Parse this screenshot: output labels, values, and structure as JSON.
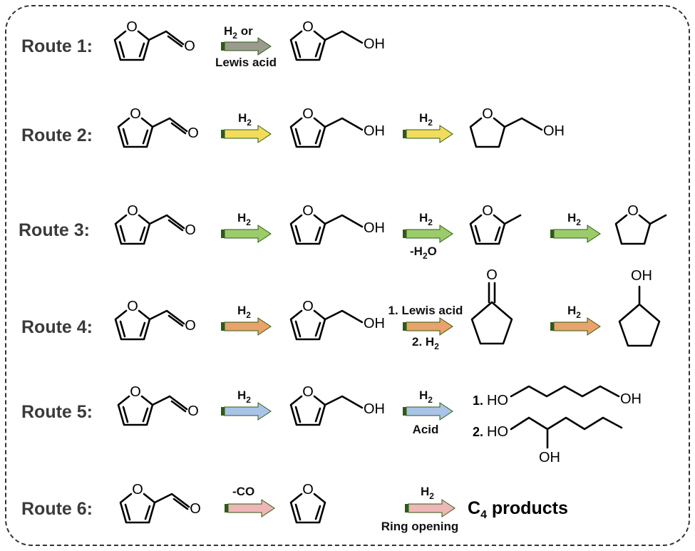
{
  "colors": {
    "border": "#333333",
    "arrow_gray": "#9a9a8e",
    "arrow_yellow": "#f2dc5b",
    "arrow_green": "#9ccb6a",
    "arrow_orange": "#e9a26a",
    "arrow_blue": "#a9c4e6",
    "arrow_pink": "#efb6b6",
    "arrow_tail": "#2e5b16"
  },
  "atoms": {
    "O": "O",
    "OH": "OH",
    "HO": "HO"
  },
  "routes": [
    {
      "label": "Route 1:",
      "arrow_color": "gray",
      "conditions": {
        "above": "H",
        "above_sub": "2",
        "above_suffix": " or",
        "below": "Lewis acid"
      }
    },
    {
      "label": "Route 2:",
      "arrow_color": "yellow",
      "steps": [
        {
          "above": "H",
          "above_sub": "2"
        },
        {
          "above": "H",
          "above_sub": "2"
        }
      ]
    },
    {
      "label": "Route 3:",
      "arrow_color": "green",
      "steps": [
        {
          "above": "H",
          "above_sub": "2"
        },
        {
          "above": "H",
          "above_sub": "2",
          "below": "-H",
          "below_sub": "2",
          "below_suffix": "O"
        },
        {
          "above": "H",
          "above_sub": "2"
        }
      ]
    },
    {
      "label": "Route 4:",
      "arrow_color": "orange",
      "steps": [
        {
          "above": "H",
          "above_sub": "2"
        },
        {
          "above": "1. Lewis acid",
          "below": "2. H",
          "below_sub": "2"
        },
        {
          "above": "H",
          "above_sub": "2"
        }
      ]
    },
    {
      "label": "Route 5:",
      "arrow_color": "blue",
      "steps": [
        {
          "above": "H",
          "above_sub": "2"
        },
        {
          "above": "H",
          "above_sub": "2",
          "below": "Acid"
        }
      ],
      "products": [
        {
          "num": "1."
        },
        {
          "num": "2."
        }
      ]
    },
    {
      "label": "Route 6:",
      "arrow_color": "pink",
      "steps": [
        {
          "above": "-CO"
        },
        {
          "above": "H",
          "above_sub": "2",
          "below": "Ring opening"
        }
      ],
      "final": {
        "main": "C",
        "sub": "4",
        "suffix": " products"
      }
    }
  ]
}
